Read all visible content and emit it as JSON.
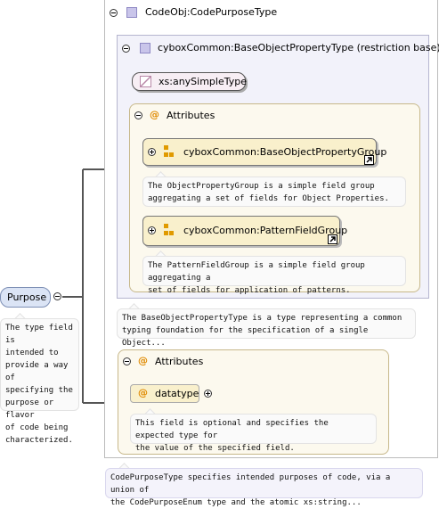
{
  "code_purpose_type": {
    "title": "CodeObj:CodePurposeType",
    "doc": [
      "CodePurposeType specifies intended purposes of code, via a union of",
      "the CodePurposeEnum type and the atomic xs:string..."
    ]
  },
  "base_type": {
    "title": "cyboxCommon:BaseObjectPropertyType (restriction base)",
    "simple_type": "xs:anySimpleType",
    "attributes_label": "Attributes",
    "doc": [
      "The BaseObjectPropertyType is a type representing a common",
      "typing foundation for the specification of a single Object..."
    ],
    "groups": [
      {
        "name": "cyboxCommon:BaseObjectPropertyGroup",
        "doc": [
          "The ObjectPropertyGroup is a simple field group",
          "aggregating a set of fields for Object Properties."
        ]
      },
      {
        "name": "cyboxCommon:PatternFieldGroup",
        "doc": [
          "The PatternFieldGroup is a simple field group aggregating a",
          "set of fields for application of patterns."
        ]
      }
    ]
  },
  "attributes2": {
    "label": "Attributes",
    "datatype_label": "datatype",
    "doc": [
      "This field is optional and specifies the expected type for",
      "the value of the specified field."
    ]
  },
  "purpose": {
    "label": "Purpose",
    "doc": [
      "The type field is",
      "intended to",
      "provide a way of",
      "specifying the",
      "purpose or flavor",
      "of code being",
      "characterized."
    ]
  },
  "icons": {
    "at": "@"
  }
}
